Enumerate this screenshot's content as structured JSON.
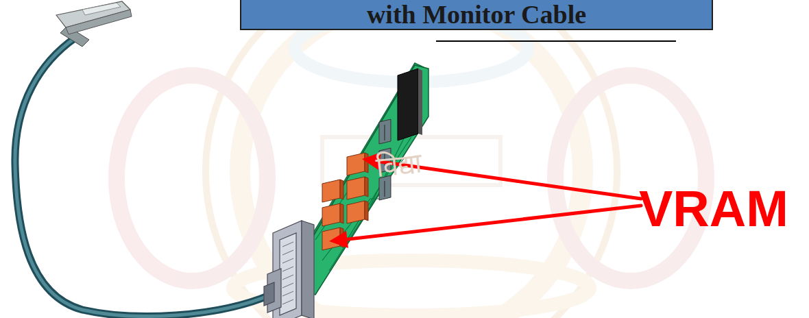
{
  "diagram": {
    "nodes": [
      {
        "text": [
          "with Monitor Cable"
        ]
      }
    ],
    "labels": [
      "VRAM",
      "विद्या"
    ]
  }
}
